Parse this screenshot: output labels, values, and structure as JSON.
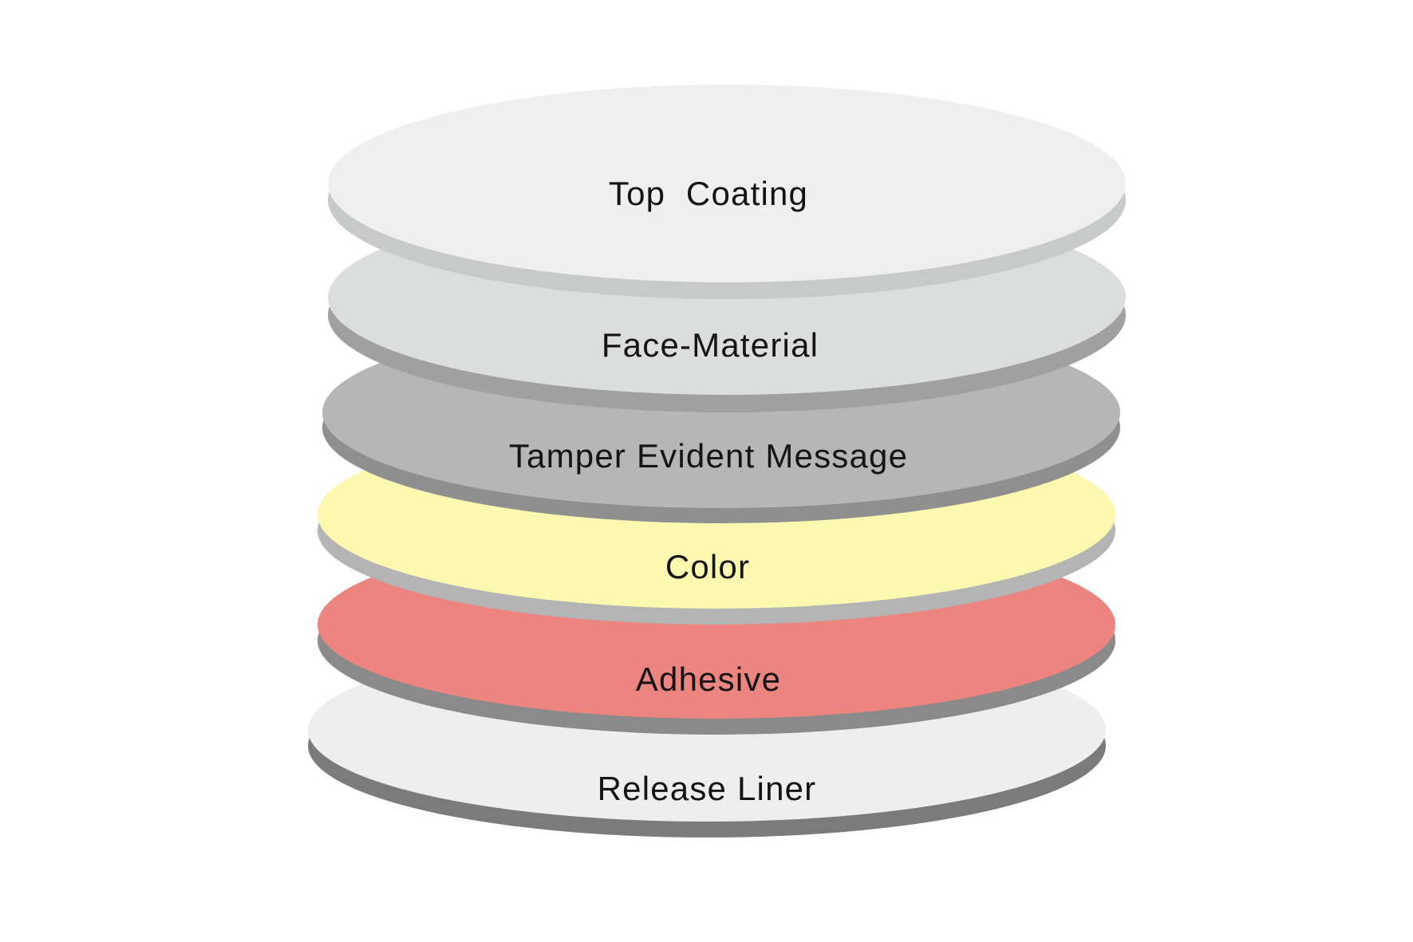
{
  "layers": [
    {
      "label": "Top  Coating",
      "face_color": "#efefef",
      "edge_color": "#c8c9c9"
    },
    {
      "label": "Face-Material",
      "face_color": "#dcdddd",
      "edge_color": "#a0a0a0"
    },
    {
      "label": "Tamper Evident Message",
      "face_color": "#b6b6b6",
      "edge_color": "#8f8f8f"
    },
    {
      "label": "Color",
      "face_color": "#fdf8b0",
      "edge_color": "#b4b4b4"
    },
    {
      "label": "Adhesive",
      "face_color": "#ec857f",
      "edge_color": "#8a8a8a"
    },
    {
      "label": "Release Liner",
      "face_color": "#eeeeee",
      "edge_color": "#7b7b7b"
    }
  ]
}
